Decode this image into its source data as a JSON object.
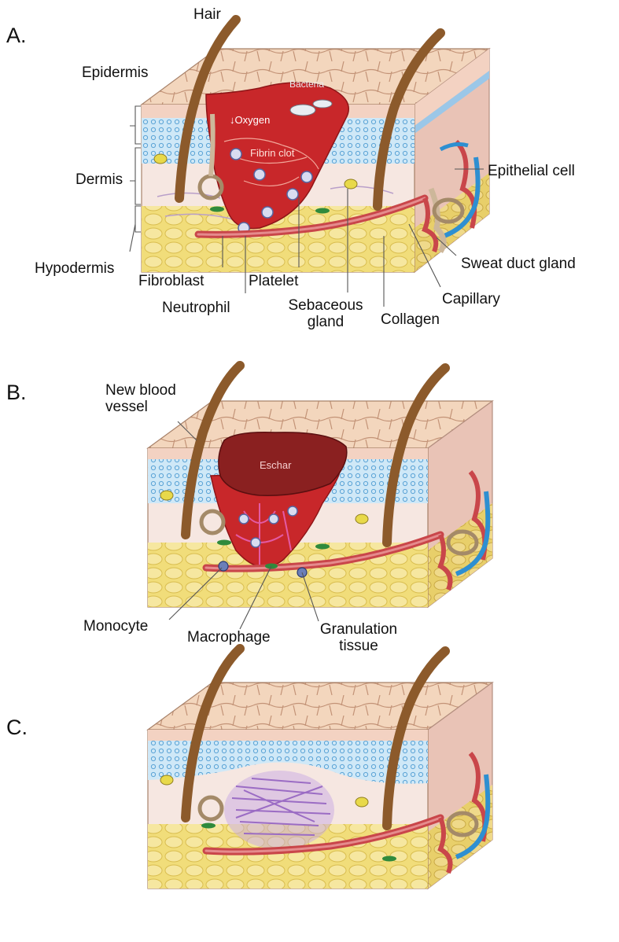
{
  "colors": {
    "skin_top": "#f3d6bd",
    "skin_cell_line": "#c39377",
    "epidermis_blue": "#bfe0f3",
    "dermis": "#f6e7e1",
    "hypodermis": "#f1dd7a",
    "side_face": "#e9c3b6",
    "wound_red": "#c8272a",
    "eschar": "#8a2020",
    "hair": "#8c5a2b",
    "vessel_red": "#c9464a",
    "vessel_blue": "#2e8fd1",
    "scar_purple": "#9b6cc4",
    "gland": "#cdb79a",
    "cell_blue": "#6b7fb8",
    "fibroblast_green": "#2f8a3c"
  },
  "panel_a": {
    "letter": "A.",
    "labels": {
      "hair": "Hair",
      "epidermis": "Epidermis",
      "dermis": "Dermis",
      "hypodermis": "Hypodermis",
      "fibroblast": "Fibroblast",
      "neutrophil": "Neutrophil",
      "platelet": "Platelet",
      "sebaceous_1": "Sebaceous",
      "sebaceous_2": "gland",
      "collagen": "Collagen",
      "capillary": "Capillary",
      "sweat": "Sweat duct gland",
      "epithelial": "Epithelial cell"
    },
    "inner": {
      "bacteria": "Bacteria",
      "oxygen": "Oxygen",
      "fibrin": "Fibrin clot"
    }
  },
  "panel_b": {
    "letter": "B.",
    "labels": {
      "new_blood_1": "New blood",
      "new_blood_2": "vessel",
      "monocyte": "Monocyte",
      "macrophage": "Macrophage",
      "granulation_1": "Granulation",
      "granulation_2": "tissue"
    },
    "inner": {
      "eschar": "Eschar"
    }
  },
  "panel_c": {
    "letter": "C."
  }
}
